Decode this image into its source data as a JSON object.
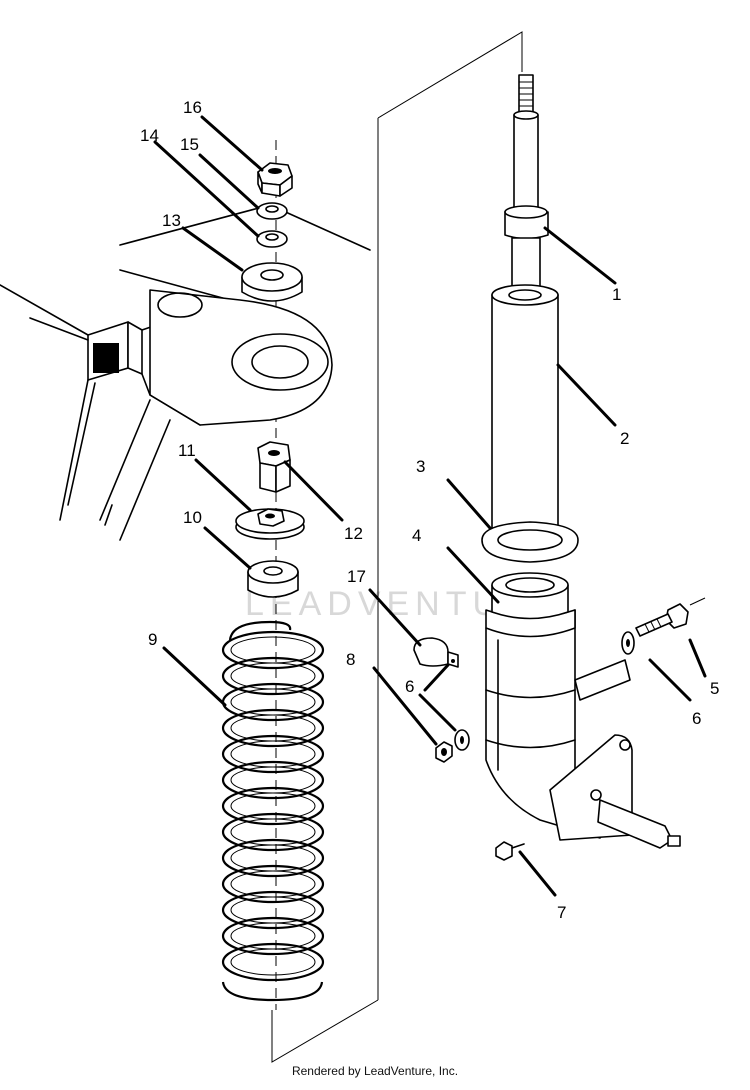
{
  "watermark": "LEADVENTURE",
  "footer": "Rendered by LeadVenture, Inc.",
  "callouts": {
    "c1": "1",
    "c2": "2",
    "c3": "3",
    "c4": "4",
    "c5": "5",
    "c6a": "6",
    "c6b": "6",
    "c7": "7",
    "c8": "8",
    "c9": "9",
    "c10": "10",
    "c11": "11",
    "c12": "12",
    "c13": "13",
    "c14": "14",
    "c15": "15",
    "c16": "16",
    "c17": "17"
  }
}
